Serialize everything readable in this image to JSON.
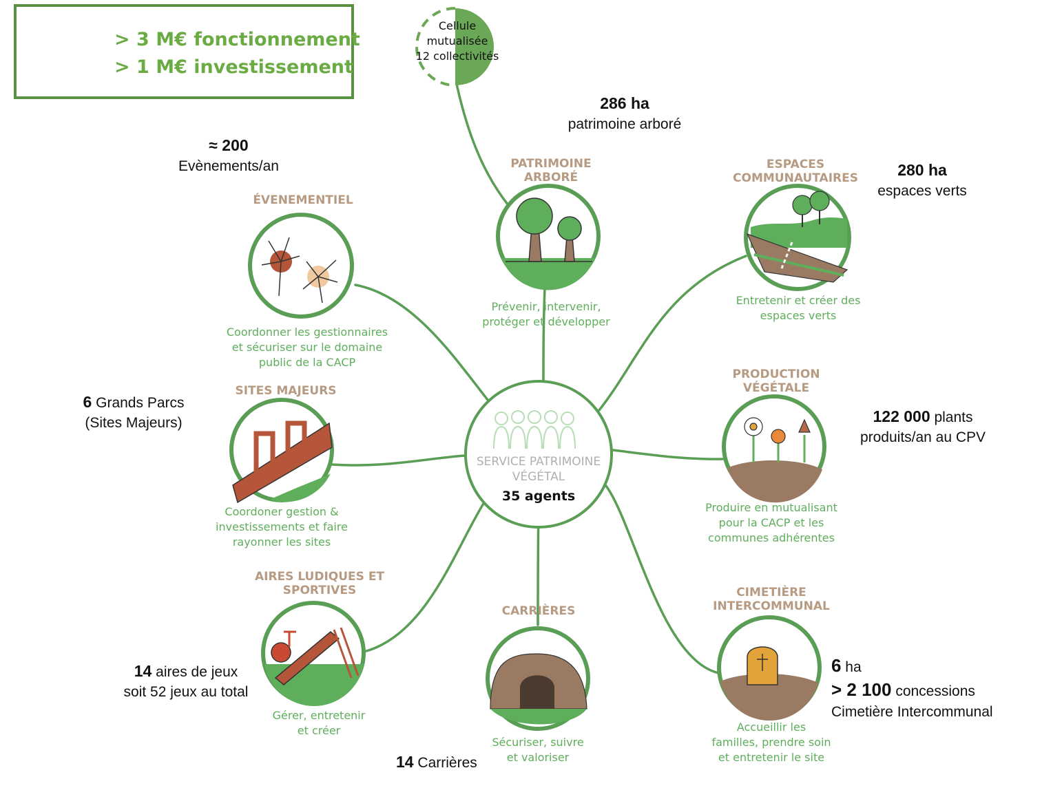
{
  "budget": {
    "fonctionnement": "> 3 M€ fonctionnement",
    "investissement": "> 1 M€ investissement",
    "icon": "money-bag-euro-icon"
  },
  "center": {
    "line1": "SERVICE PATRIMOINE",
    "line2": "VÉGÉTAL",
    "agents": "35 agents",
    "icon": "people-group-icon"
  },
  "cellule": {
    "line1": "Cellule",
    "line2": "mutualisée",
    "line3": "12 collectivités"
  },
  "colors": {
    "green": "#5a9e55",
    "light_green": "#5fae5c",
    "title_brown": "#b69a82",
    "budget_green": "#6bab43"
  },
  "branches": {
    "patrimoine": {
      "title1": "PATRIMOINE",
      "title2": "ARBORÉ",
      "desc1": "Prévenir, intervenir,",
      "desc2": "protéger et développer",
      "stat_value": "286 ha",
      "stat_label": "patrimoine arboré",
      "icon": "trees-icon"
    },
    "espaces": {
      "title1": "ESPACES",
      "title2": "COMMUNAUTAIRES",
      "desc1": "Entretenir et créer des",
      "desc2": "espaces verts",
      "stat_value": "280 ha",
      "stat_label": "espaces verts",
      "icon": "landscape-road-icon"
    },
    "production": {
      "title1": "PRODUCTION",
      "title2": "VÉGÉTALE",
      "desc1": "Produire en mutualisant",
      "desc2": "pour la CACP et les",
      "desc3": "communes adhérentes",
      "stat_value": "122 000",
      "stat_mid": " plants",
      "stat_label": "produits/an  au CPV",
      "icon": "flowers-icon"
    },
    "cimetiere": {
      "title1": "CIMETIÈRE",
      "title2": "INTERCOMMUNAL",
      "desc1": "Accueillir les",
      "desc2": "familles, prendre soin",
      "desc3": "et entretenir le site",
      "stat_value1": "6",
      "stat_label1": " ha",
      "stat_value2": "> 2 100",
      "stat_label2": " concessions",
      "stat_label3": "Cimetière Intercommunal",
      "icon": "gravestone-icon"
    },
    "carrieres": {
      "title1": "CARRIÈRES",
      "desc1": "Sécuriser, suivre",
      "desc2": "et valoriser",
      "stat_value": "14",
      "stat_label": " Carrières",
      "icon": "cave-icon"
    },
    "aires": {
      "title1": "AIRES LUDIQUES ET",
      "title2": "SPORTIVES",
      "desc1": "Gérer, entretenir",
      "desc2": "et créer",
      "stat_value": "14",
      "stat_label1": " aires de jeux",
      "stat_label2": "soit 52 jeux au total",
      "icon": "playground-icon"
    },
    "sites": {
      "title1": "SITES MAJEURS",
      "desc1": "Coordoner gestion &",
      "desc2": "investissements et faire",
      "desc3": "rayonner les sites",
      "stat_value": "6",
      "stat_label1": " Grands Parcs",
      "stat_label2": "(Sites Majeurs)",
      "icon": "park-structure-icon"
    },
    "evenementiel": {
      "title1": "ÉVENEMENTIEL",
      "desc1": "Coordonner les gestionnaires",
      "desc2": "et sécuriser sur le domaine",
      "desc3": "public de la CACP",
      "stat_value": "≈ 200",
      "stat_label": "Evènements/an",
      "icon": "fireworks-icon"
    }
  }
}
